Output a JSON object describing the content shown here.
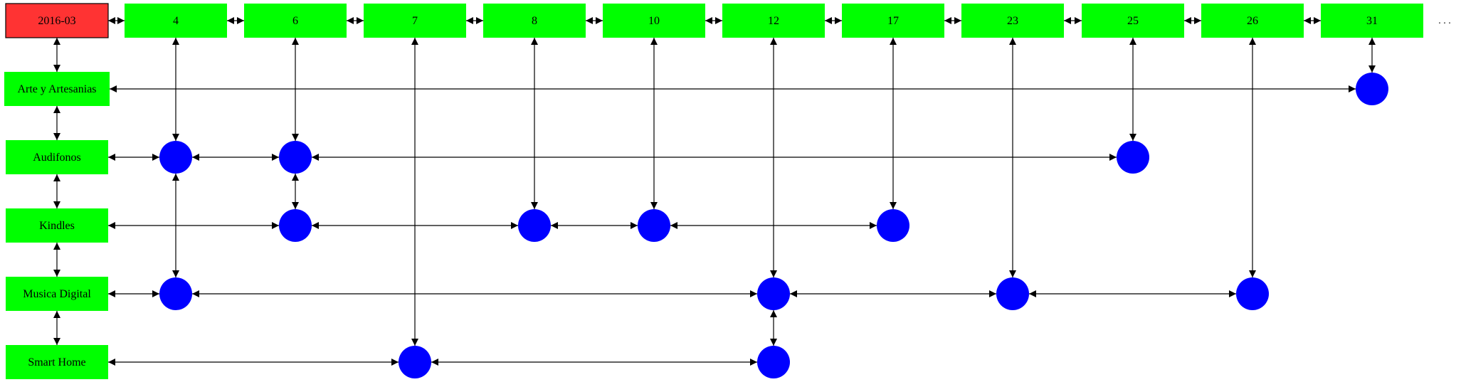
{
  "diagram": {
    "root": {
      "id": "2016-03",
      "label": "2016-03",
      "color": "#ff3333"
    },
    "node_color": "#00ff00",
    "dot_color": "#0000ff",
    "columns": [
      {
        "id": "c4",
        "label": "4"
      },
      {
        "id": "c6",
        "label": "6"
      },
      {
        "id": "c7",
        "label": "7"
      },
      {
        "id": "c8",
        "label": "8"
      },
      {
        "id": "c10",
        "label": "10"
      },
      {
        "id": "c12",
        "label": "12"
      },
      {
        "id": "c17",
        "label": "17"
      },
      {
        "id": "c23",
        "label": "23"
      },
      {
        "id": "c25",
        "label": "25"
      },
      {
        "id": "c26",
        "label": "26"
      },
      {
        "id": "c31",
        "label": "31"
      }
    ],
    "trailing_ellipsis": ". . .",
    "rows": [
      {
        "id": "r_arte",
        "label": "Arte y Artesanias",
        "cells": [
          "c31"
        ]
      },
      {
        "id": "r_aud",
        "label": "Audifonos",
        "cells": [
          "c4",
          "c6",
          "c25"
        ]
      },
      {
        "id": "r_kin",
        "label": "Kindles",
        "cells": [
          "c6",
          "c8",
          "c10",
          "c17"
        ]
      },
      {
        "id": "r_mus",
        "label": "Musica Digital",
        "cells": [
          "c4",
          "c12",
          "c23",
          "c26"
        ]
      },
      {
        "id": "r_sh",
        "label": "Smart Home",
        "cells": [
          "c7",
          "c12"
        ]
      }
    ]
  }
}
